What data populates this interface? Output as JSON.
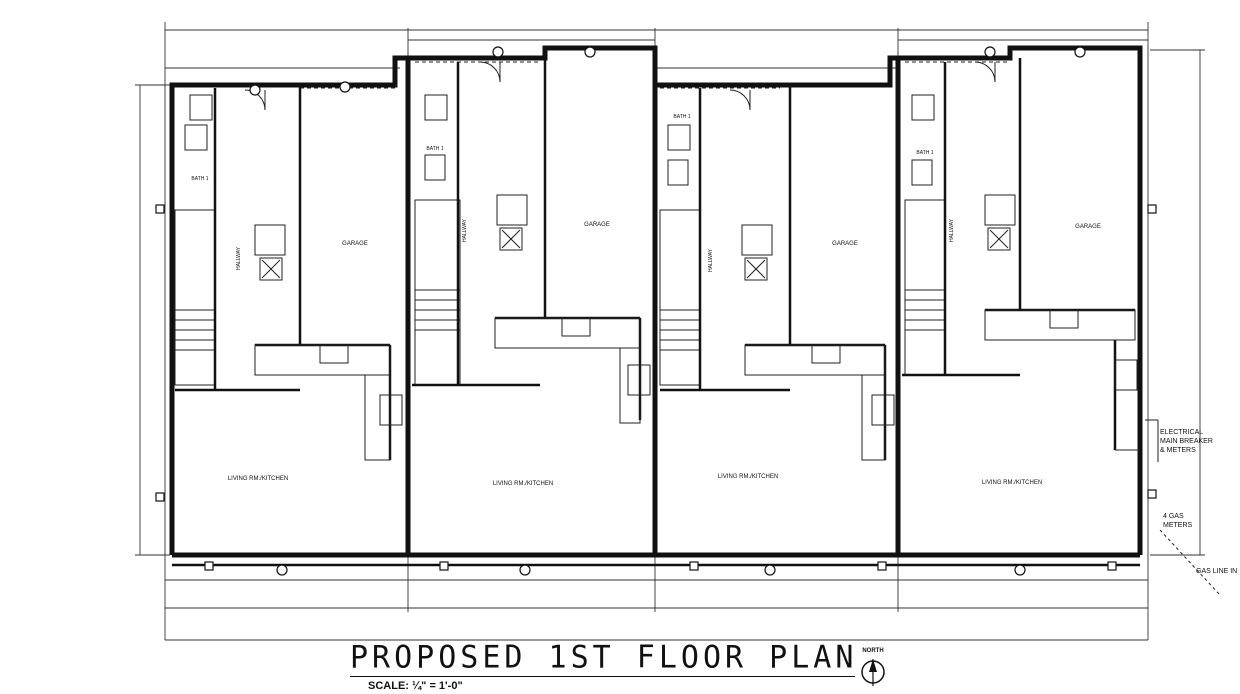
{
  "title": "PROPOSED 1ST FLOOR PLAN",
  "scale": "SCALE: ¼\" = 1'-0\"",
  "north": "NORTH",
  "notes": {
    "electrical": "ELECTRICAL\nMAIN BREAKER\n& METERS",
    "gas_meters": "4 GAS\nMETERS",
    "gas_line": "GAS LINE IN"
  },
  "units": [
    {
      "bath": "BATH 1",
      "garage": "GARAGE",
      "living": "LIVING RM./KITCHEN",
      "hallway": "HALLWAY",
      "mirrored": false
    },
    {
      "bath": "BATH 1",
      "garage": "GARAGE",
      "living": "LIVING RM./KITCHEN",
      "hallway": "HALLWAY",
      "mirrored": true
    },
    {
      "bath": "BATH 1",
      "garage": "GARAGE",
      "living": "LIVING RM./KITCHEN",
      "hallway": "HALLWAY",
      "mirrored": false
    },
    {
      "bath": "BATH 1",
      "garage": "GARAGE",
      "living": "LIVING RM./KITCHEN",
      "hallway": "HALLWAY",
      "mirrored": true
    }
  ],
  "colors": {
    "line": "#111111",
    "background": "#ffffff"
  }
}
